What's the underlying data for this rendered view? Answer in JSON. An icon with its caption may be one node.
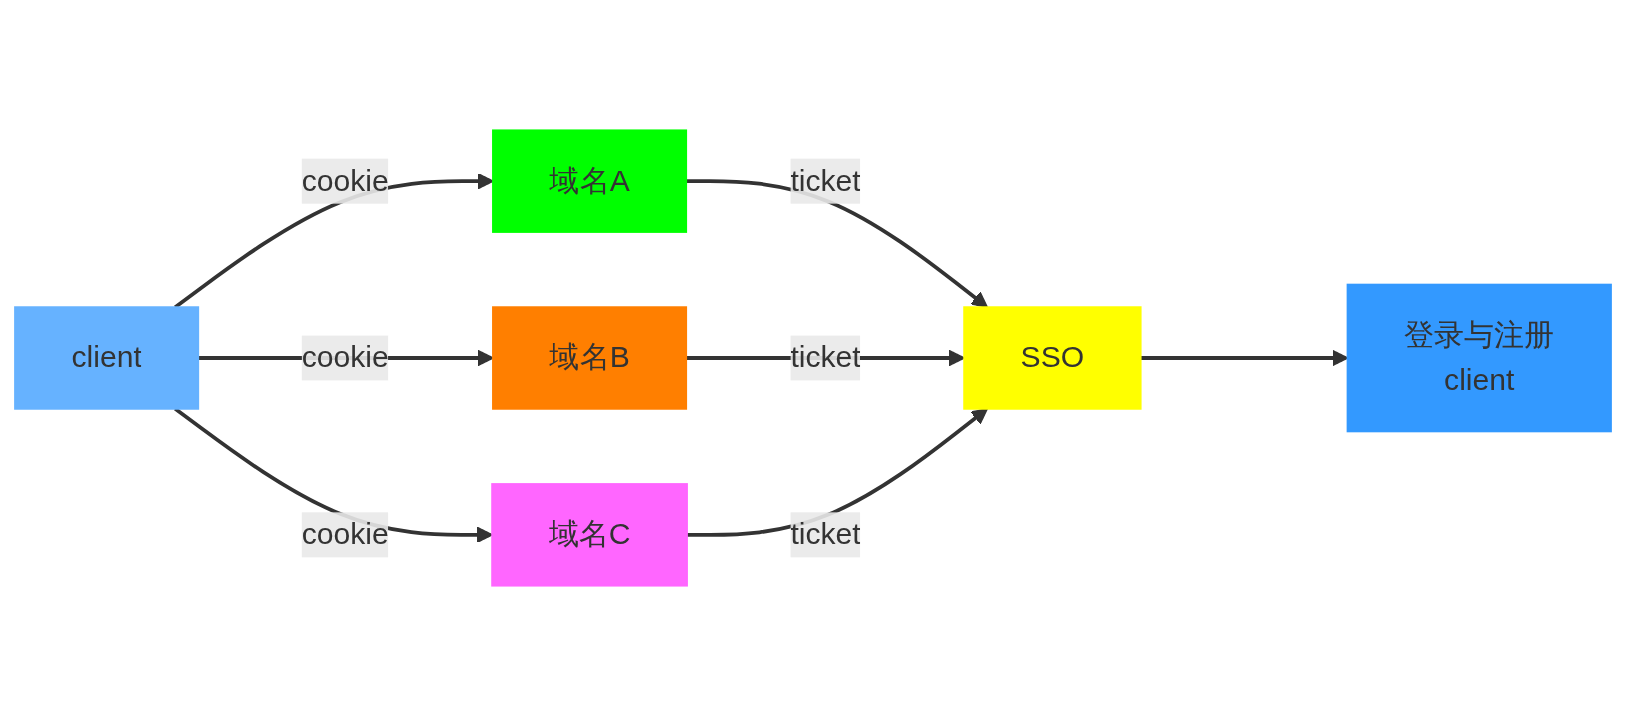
{
  "diagram": {
    "nodes": [
      {
        "text": [
          "client"
        ]
      },
      {
        "text": [
          "域名A"
        ]
      },
      {
        "text": [
          "域名B"
        ]
      },
      {
        "text": [
          "域名C"
        ]
      },
      {
        "text": [
          "SSO"
        ]
      },
      {
        "text": [
          "登录与注册",
          "client"
        ]
      }
    ],
    "edges": [
      {
        "from": 0,
        "to": 1,
        "arrow": "to",
        "label": "cookie"
      },
      {
        "from": 0,
        "to": 2,
        "arrow": "to",
        "label": "cookie"
      },
      {
        "from": 0,
        "to": 3,
        "arrow": "to",
        "label": "cookie"
      },
      {
        "from": 1,
        "to": 4,
        "arrow": "to",
        "label": "ticket"
      },
      {
        "from": 2,
        "to": 4,
        "arrow": "to",
        "label": "ticket"
      },
      {
        "from": 3,
        "to": 4,
        "arrow": "to",
        "label": "ticket"
      },
      {
        "from": 4,
        "to": 5,
        "arrow": "to"
      }
    ]
  }
}
